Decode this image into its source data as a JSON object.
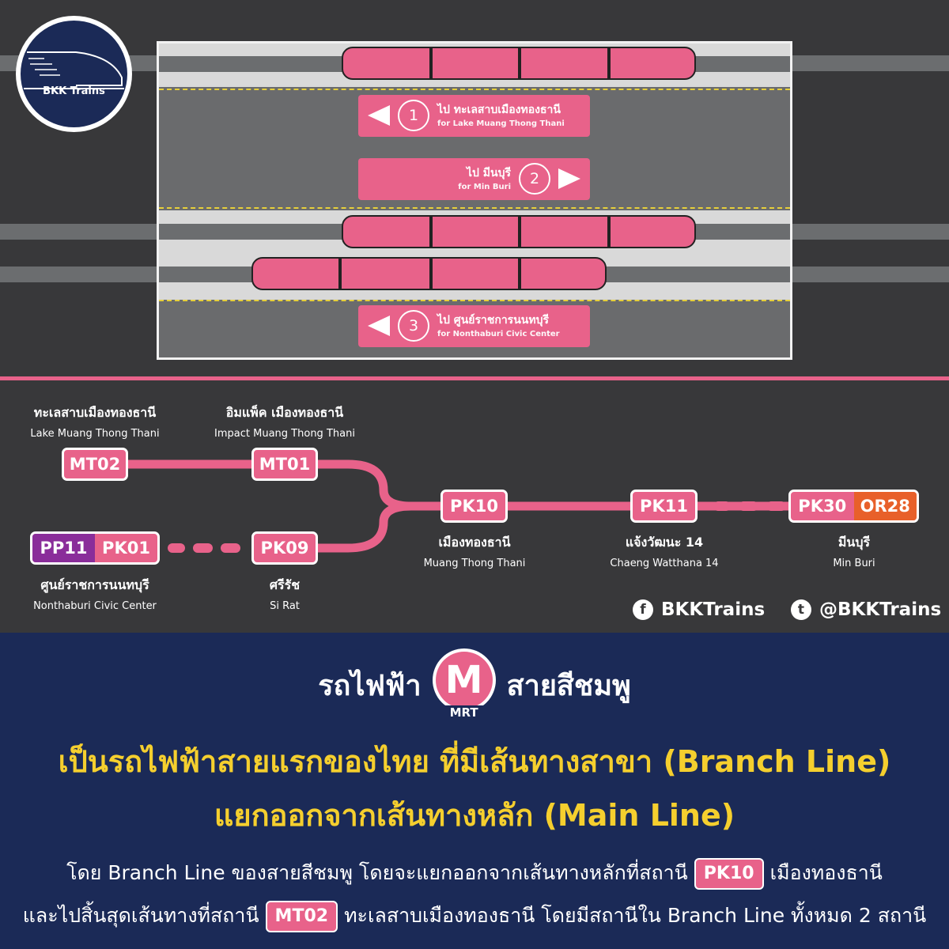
{
  "logo": {
    "text": "BKK Trains"
  },
  "signs": [
    {
      "number": "1",
      "th": "ไป ทะเลสาบเมืองทองธานี",
      "en": "for Lake Muang Thong Thani",
      "direction": "left"
    },
    {
      "number": "2",
      "th": "ไป มีนบุรี",
      "en": "for Min Buri",
      "direction": "right"
    },
    {
      "number": "3",
      "th": "ไป ศูนย์ราชการนนทบุรี",
      "en": "for Nonthaburi Civic Center",
      "direction": "left"
    }
  ],
  "stations": {
    "mt02": {
      "code": "MT02",
      "th": "ทะเลสาบเมืองทองธานี",
      "en": "Lake Muang Thong Thani"
    },
    "mt01": {
      "code": "MT01",
      "th": "อิมแพ็ค เมืองทองธานี",
      "en": "Impact Muang Thong Thani"
    },
    "pk01": {
      "code1": "PP11",
      "code2": "PK01",
      "th": "ศูนย์ราชการนนทบุรี",
      "en": "Nonthaburi Civic Center"
    },
    "pk09": {
      "code": "PK09",
      "th": "ศรีรัช",
      "en": "Si Rat"
    },
    "pk10": {
      "code": "PK10",
      "th": "เมืองทองธานี",
      "en": "Muang Thong Thani"
    },
    "pk11": {
      "code": "PK11",
      "th": "แจ้งวัฒนะ 14",
      "en": "Chaeng Watthana 14"
    },
    "pk30": {
      "code1": "PK30",
      "code2": "OR28",
      "th": "มีนบุรี",
      "en": "Min Buri"
    }
  },
  "social": {
    "facebook": "BKKTrains",
    "twitter": "@BKKTrains"
  },
  "colors": {
    "pink": "#e8628a",
    "purple": "#8a2d9a",
    "orange": "#e8602a",
    "navy": "#1b2a57",
    "yellow": "#f5cf2e"
  },
  "bottom": {
    "title_left": "รถไฟฟ้า",
    "mrt_letter": "M",
    "mrt_label": "MRT",
    "title_right": "สายสีชมพู",
    "headline1": "เป็นรถไฟฟ้าสายแรกของไทย ที่มีเส้นทางสาขา (Branch Line)",
    "headline2": "แยกออกจากเส้นทางหลัก (Main Line)",
    "line1_a": "โดย Branch Line ของสายสีชมพู โดยจะแยกออกจากเส้นทางหลักที่สถานี",
    "line1_badge": "PK10",
    "line1_b": "เมืองทองธานี",
    "line2_a": "และไปสิ้นสุดเส้นทางที่สถานี",
    "line2_badge": "MT02",
    "line2_b": "ทะเลสาบเมืองทองธานี โดยมีสถานีใน Branch Line ทั้งหมด 2 สถานี"
  }
}
